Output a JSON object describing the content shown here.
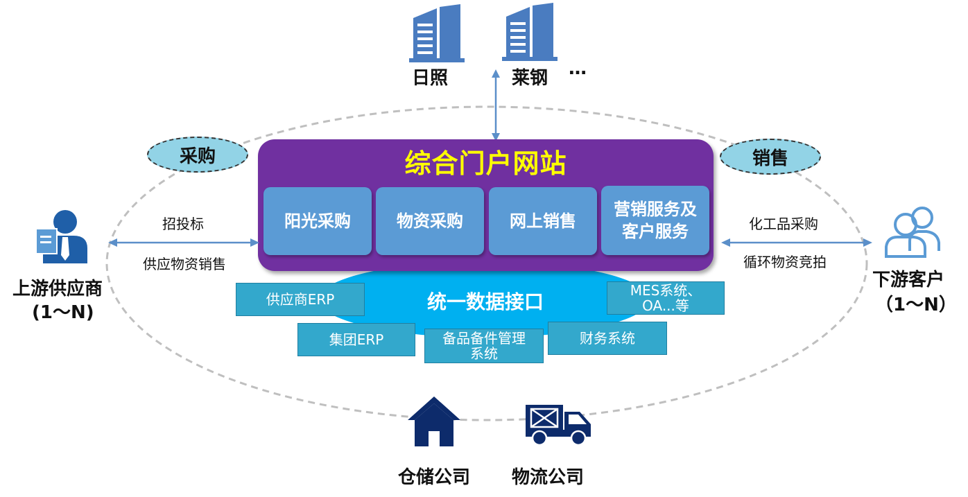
{
  "top_partners": {
    "a": "日照",
    "b": "莱钢",
    "more": "…"
  },
  "portal": {
    "title": "综合门户网站",
    "modules": [
      "阳光采购",
      "物资采购",
      "网上销售",
      "营销服务及",
      "客户服务"
    ]
  },
  "data_interface": "统一数据接口",
  "systems": {
    "supplier_erp": "供应商ERP",
    "mes_line1": "MES系统、",
    "mes_line2": "OA...等",
    "group_erp": "集团ERP",
    "spare_line1": "备品备件管理",
    "spare_line2": "系统",
    "finance": "财务系统"
  },
  "tags": {
    "purchase": "采购",
    "sales": "销售"
  },
  "left": {
    "link_top": "招投标",
    "link_bottom": "供应物资销售",
    "entity": "上游供应商",
    "count": "(1～N)"
  },
  "right": {
    "link_top": "化工品采购",
    "link_bottom": "循环物资竞拍",
    "entity": "下游客户",
    "count": "（1～N）"
  },
  "bottom": {
    "warehouse": "仓储公司",
    "logistics": "物流公司"
  },
  "colors": {
    "portal": "#7030a0",
    "portal_title": "#ffff00",
    "module": "#5b9bd5",
    "data_interface": "#00b0f0",
    "system_box": "#33a8cc",
    "tag": "#92d3e6",
    "building": "#4a7cc0",
    "arrow": "#5b8fc9",
    "navy": "#0d2b6b"
  }
}
